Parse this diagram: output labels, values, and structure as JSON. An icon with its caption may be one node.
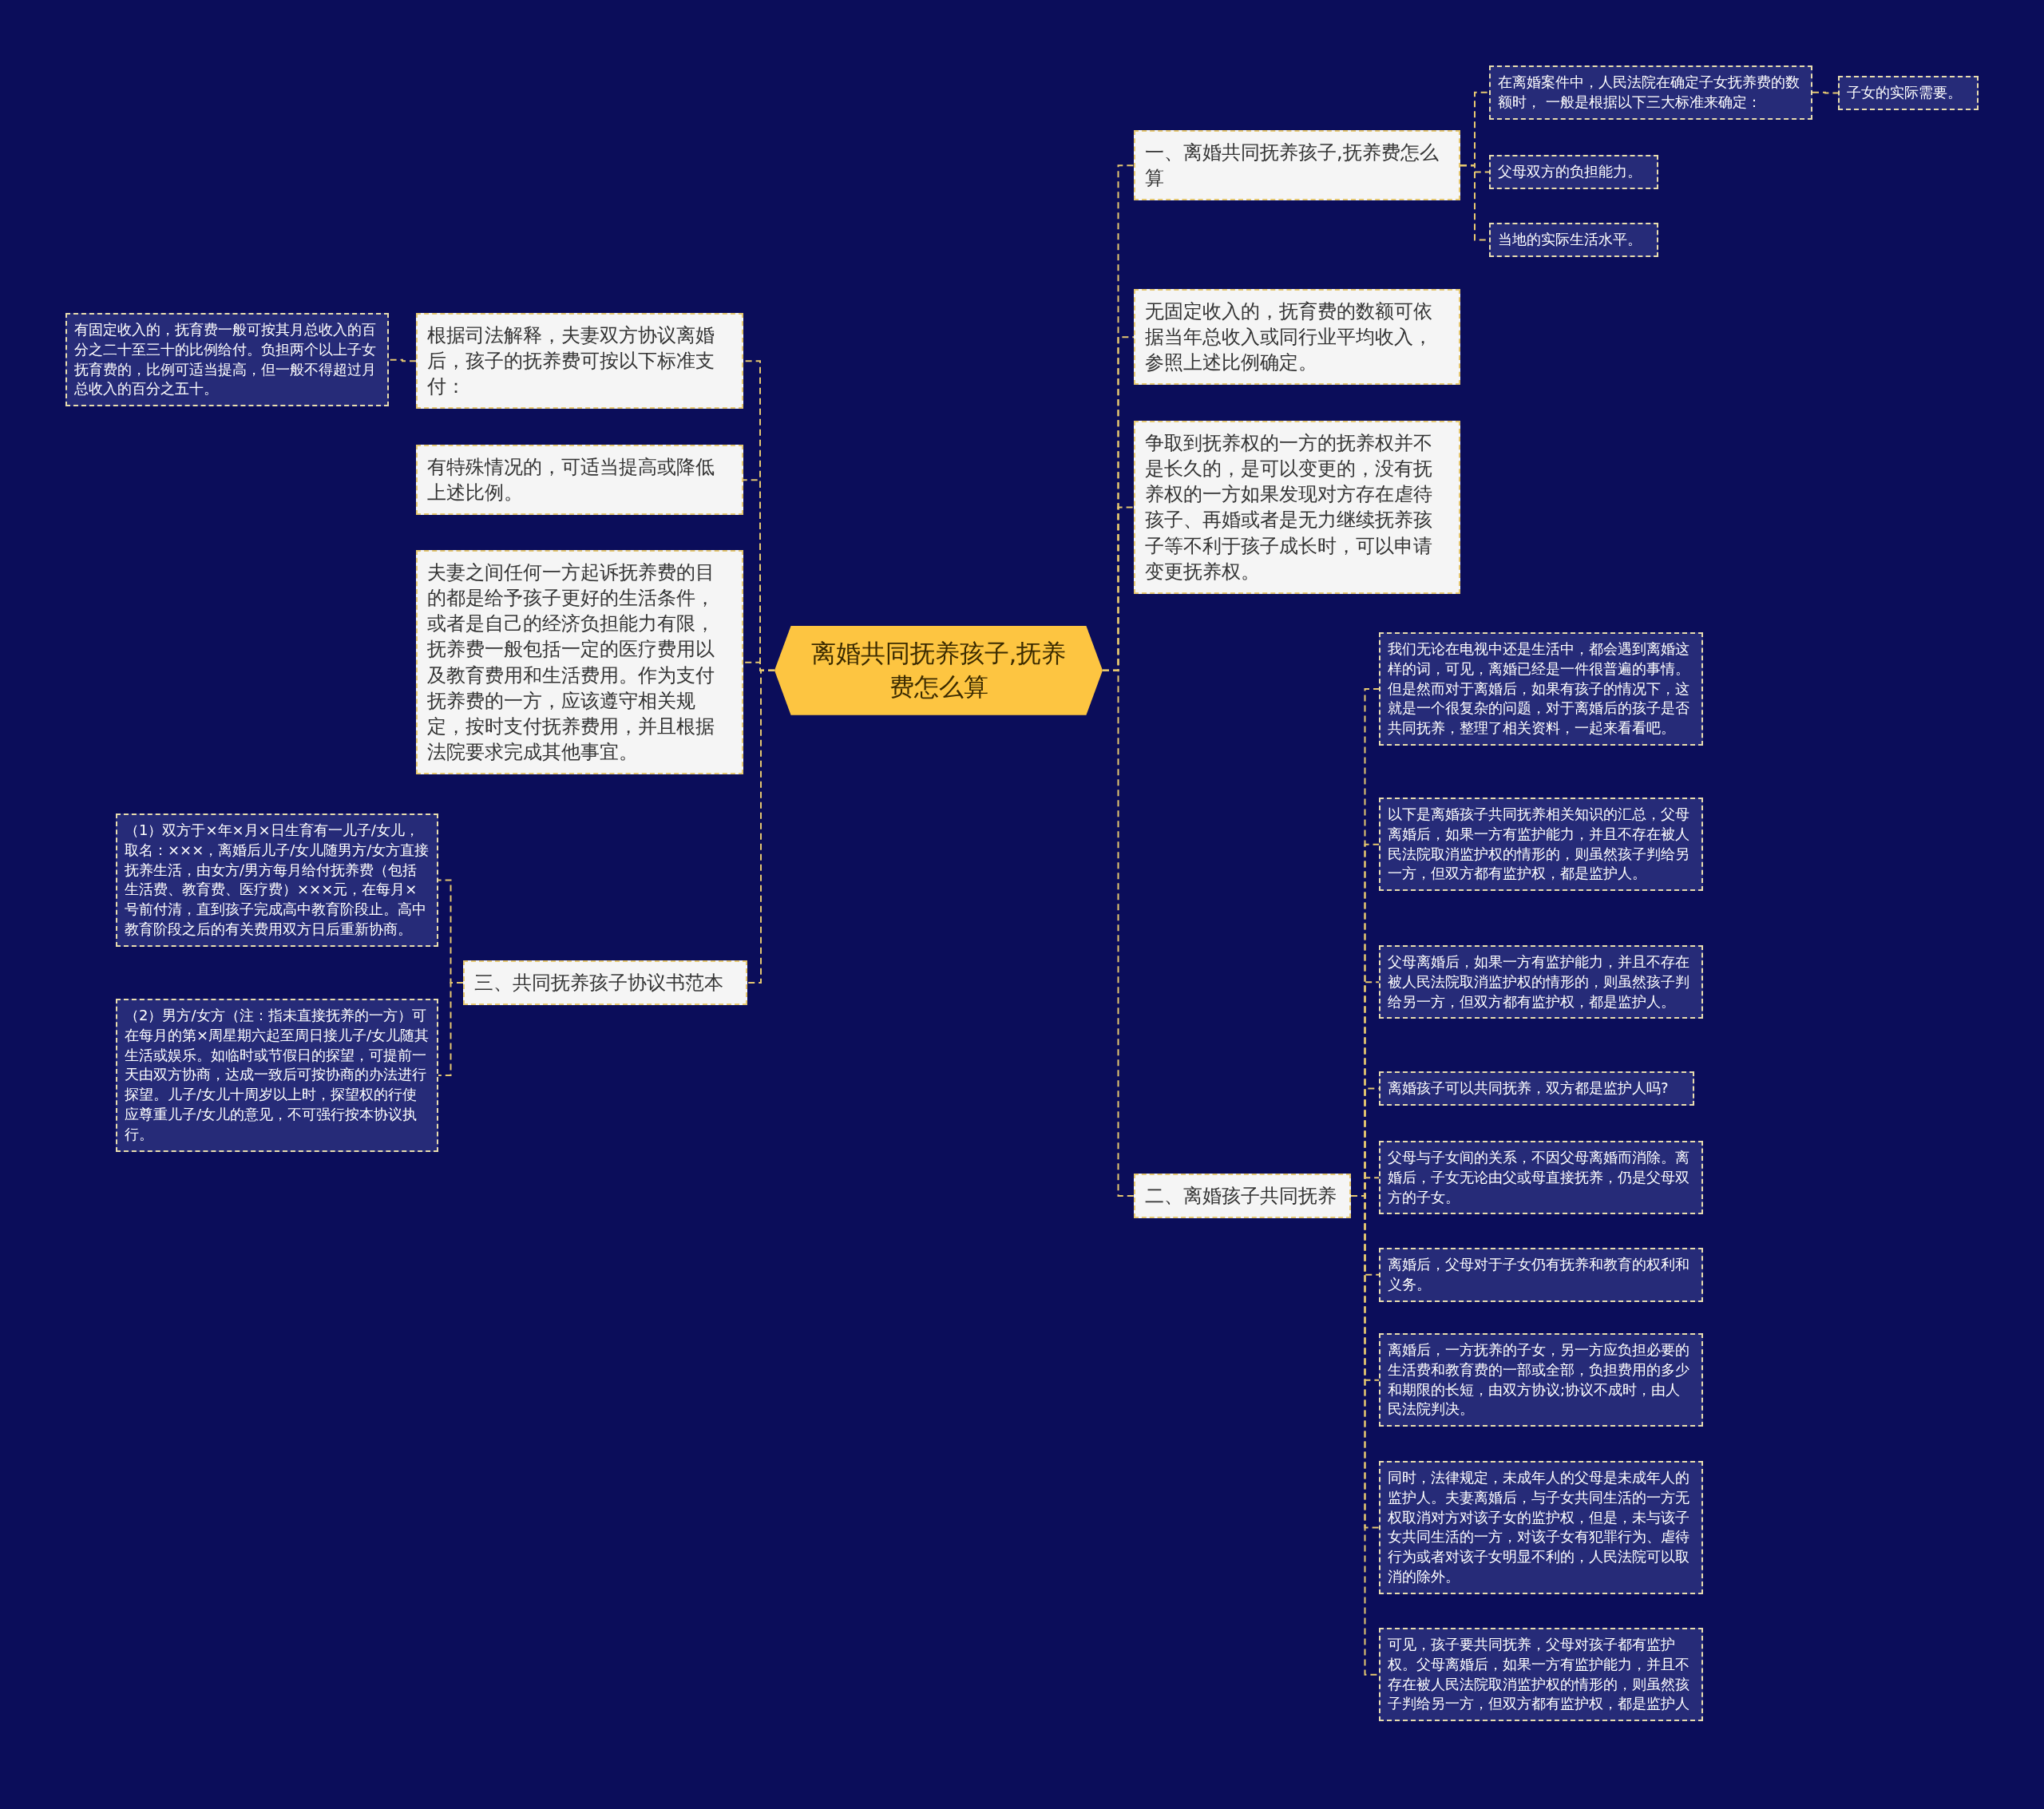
{
  "diagram": {
    "nodes": [
      {
        "text": [
          "离婚共同抚养孩子,抚养费怎么算"
        ]
      },
      {
        "text": [
          "一、离婚共同抚养孩子,抚养费怎么算"
        ]
      },
      {
        "text": [
          "在离婚案件中，人民法院在确定子女抚养费的数额时， 一般是根据以下三大标准来确定："
        ]
      },
      {
        "text": [
          "子女的实际需要。"
        ]
      },
      {
        "text": [
          "父母双方的负担能力。"
        ]
      },
      {
        "text": [
          "当地的实际生活水平。"
        ]
      },
      {
        "text": [
          "无固定收入的，抚育费的数额可依据当年总收入或同行业平均收入，参照上述比例确定。"
        ]
      },
      {
        "text": [
          "争取到抚养权的一方的抚养权并不是长久的，是可以变更的，没有抚养权的一方如果发现对方存在虐待孩子、再婚或者是无力继续抚养孩子等不利于孩子成长时，可以申请变更抚养权。"
        ]
      },
      {
        "text": [
          "二、离婚孩子共同抚养"
        ]
      },
      {
        "text": [
          "我们无论在电视中还是生活中，都会遇到离婚这样的词，可见，离婚已经是一件很普遍的事情。但是然而对于离婚后，如果有孩子的情况下，这就是一个很复杂的问题，对于离婚后的孩子是否共同抚养，整理了相关资料，一起来看看吧。"
        ]
      },
      {
        "text": [
          "以下是离婚孩子共同抚养相关知识的汇总，父母离婚后，如果一方有监护能力，并且不存在被人民法院取消监护权的情形的，则虽然孩子判给另一方，但双方都有监护权，都是监护人。"
        ]
      },
      {
        "text": [
          "父母离婚后，如果一方有监护能力，并且不存在被人民法院取消监护权的情形的，则虽然孩子判给另一方，但双方都有监护权，都是监护人。"
        ]
      },
      {
        "text": [
          "离婚孩子可以共同抚养，双方都是监护人吗?"
        ]
      },
      {
        "text": [
          "父母与子女间的关系，不因父母离婚而消除。离婚后，子女无论由父或母直接抚养，仍是父母双方的子女。"
        ]
      },
      {
        "text": [
          "离婚后，父母对于子女仍有抚养和教育的权利和义务。"
        ]
      },
      {
        "text": [
          "离婚后，一方抚养的子女，另一方应负担必要的生活费和教育费的一部或全部，负担费用的多少和期限的长短，由双方协议;协议不成时，由人民法院判决。"
        ]
      },
      {
        "text": [
          "同时，法律规定，未成年人的父母是未成年人的监护人。夫妻离婚后，与子女共同生活的一方无权取消对方对该子女的监护权，但是，未与该子女共同生活的一方，对该子女有犯罪行为、虐待行为或者对该子女明显不利的，人民法院可以取消的除外。"
        ]
      },
      {
        "text": [
          "可见，孩子要共同抚养，父母对孩子都有监护权。父母离婚后，如果一方有监护能力，并且不存在被人民法院取消监护权的情形的，则虽然孩子判给另一方，但双方都有监护权，都是监护人"
        ]
      },
      {
        "text": [
          "根据司法解释，夫妻双方协议离婚后，孩子的抚养费可按以下标准支付："
        ]
      },
      {
        "text": [
          "有固定收入的，抚育费一般可按其月总收入的百分之二十至三十的比例给付。负担两个以上子女抚育费的，比例可适当提高，但一般不得超过月总收入的百分之五十。"
        ]
      },
      {
        "text": [
          "有特殊情况的，可适当提高或降低上述比例。"
        ]
      },
      {
        "text": [
          "夫妻之间任何一方起诉抚养费的目的都是给予孩子更好的生活条件，或者是自己的经济负担能力有限，抚养费一般包括一定的医疗费用以及教育费用和生活费用。作为支付抚养费的一方，应该遵守相关规定，按时支付抚养费用，并且根据法院要求完成其他事宜。"
        ]
      },
      {
        "text": [
          "三、共同抚养孩子协议书范本"
        ]
      },
      {
        "text": [
          "（1）双方于×年×月×日生育有一儿子/女儿，取名：×××，离婚后儿子/女儿随男方/女方直接抚养生活，由女方/男方每月给付抚养费（包括生活费、教育费、医疗费）×××元，在每月×号前付清，直到孩子完成高中教育阶段止。高中教育阶段之后的有关费用双方日后重新协商。"
        ]
      },
      {
        "text": [
          "（2）男方/女方（注：指未直接抚养的一方）可在每月的第×周星期六起至周日接儿子/女儿随其生活或娱乐。如临时或节假日的探望，可提前一天由双方协商，达成一致后可按协商的办法进行探望。儿子/女儿十周岁以上时，探望权的行使应尊重儿子/女儿的意见，不可强行按本协议执行。"
        ]
      }
    ],
    "edges": [
      {
        "from": 0,
        "to": 1,
        "arrow": "none"
      },
      {
        "from": 1,
        "to": 2,
        "arrow": "none"
      },
      {
        "from": 2,
        "to": 3,
        "arrow": "none"
      },
      {
        "from": 1,
        "to": 4,
        "arrow": "none"
      },
      {
        "from": 1,
        "to": 5,
        "arrow": "none"
      },
      {
        "from": 0,
        "to": 6,
        "arrow": "none"
      },
      {
        "from": 0,
        "to": 7,
        "arrow": "none"
      },
      {
        "from": 0,
        "to": 8,
        "arrow": "none"
      },
      {
        "from": 8,
        "to": 9,
        "arrow": "none"
      },
      {
        "from": 8,
        "to": 10,
        "arrow": "none"
      },
      {
        "from": 8,
        "to": 11,
        "arrow": "none"
      },
      {
        "from": 8,
        "to": 12,
        "arrow": "none"
      },
      {
        "from": 8,
        "to": 13,
        "arrow": "none"
      },
      {
        "from": 8,
        "to": 14,
        "arrow": "none"
      },
      {
        "from": 8,
        "to": 15,
        "arrow": "none"
      },
      {
        "from": 8,
        "to": 16,
        "arrow": "none"
      },
      {
        "from": 8,
        "to": 17,
        "arrow": "none"
      },
      {
        "from": 0,
        "to": 18,
        "arrow": "none"
      },
      {
        "from": 18,
        "to": 19,
        "arrow": "none"
      },
      {
        "from": 0,
        "to": 20,
        "arrow": "none"
      },
      {
        "from": 0,
        "to": 21,
        "arrow": "none"
      },
      {
        "from": 0,
        "to": 22,
        "arrow": "none"
      },
      {
        "from": 22,
        "to": 23,
        "arrow": "none"
      },
      {
        "from": 22,
        "to": 24,
        "arrow": "none"
      }
    ]
  }
}
